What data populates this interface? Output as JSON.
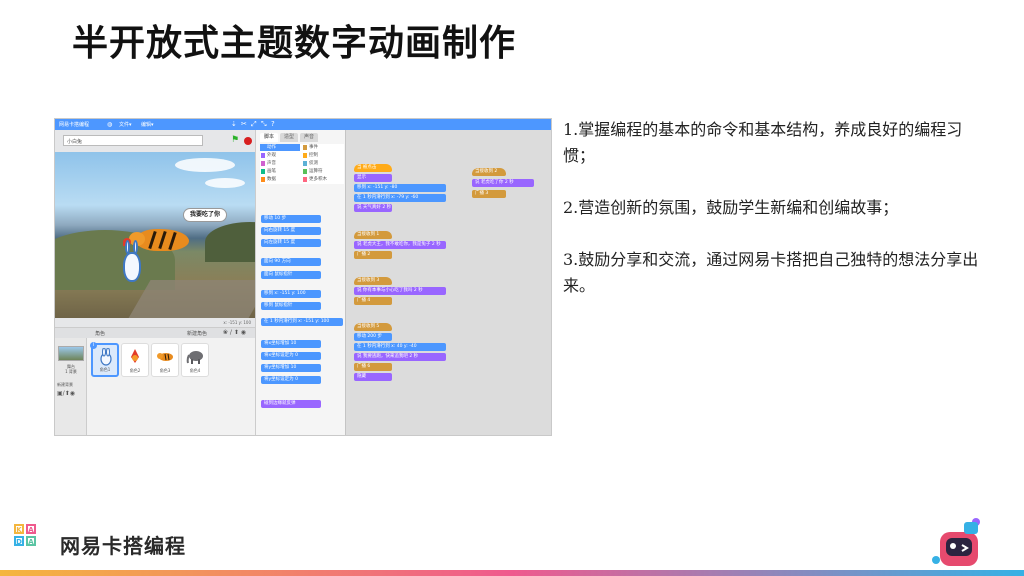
{
  "slide": {
    "title": "半开放式主题数字动画制作",
    "bullets": [
      "1.掌握编程的基本的命令和基本结构，养成良好的编程习惯；",
      "2.营造创新的氛围，鼓励学生新编和创编故事；",
      "3.鼓励分享和交流，通过网易卡搭把自己独特的想法分享出来。"
    ]
  },
  "brand": {
    "name": "网易卡搭编程",
    "logo_letters": [
      "K",
      "A",
      "D",
      "A"
    ],
    "colors": [
      "#f4b63e",
      "#ef5a8e",
      "#36b1e5",
      "#5bc4a3"
    ]
  },
  "editor": {
    "menubar": {
      "app_title": "网易卡搭编程",
      "menus": [
        "文件▾",
        "编辑▾"
      ]
    },
    "stage": {
      "project_name": "小白兔",
      "speech_text": "我要吃了你",
      "coords": "x: -151  y: 100"
    },
    "sprite_pane": {
      "label": "角色",
      "new_sprite": "新建角色",
      "backdrop_label": "舞台",
      "backdrop_count": "1 背景",
      "new_backdrop": "新建背景",
      "sprites": [
        "角色1",
        "角色2",
        "角色3",
        "角色4"
      ],
      "selected_index": 1
    },
    "palette": {
      "tabs": [
        "脚本",
        "造型",
        "声音"
      ],
      "categories": [
        {
          "label": "动作",
          "color": "#4c97ff"
        },
        {
          "label": "外观",
          "color": "#9966ff"
        },
        {
          "label": "声音",
          "color": "#cf63cf"
        },
        {
          "label": "画笔",
          "color": "#0fbd8c"
        },
        {
          "label": "数据",
          "color": "#ff8c1a"
        },
        {
          "label": "事件",
          "color": "#d39a3d"
        },
        {
          "label": "控制",
          "color": "#ffab19"
        },
        {
          "label": "侦测",
          "color": "#5cb1d6"
        },
        {
          "label": "运算符",
          "color": "#59c059"
        },
        {
          "label": "更多积木",
          "color": "#ff6680"
        }
      ],
      "blocks": [
        "移动 10 步",
        "向右旋转 15 度",
        "向左旋转 15 度",
        "面向 90 方向",
        "面向 鼠标指针",
        "移到 x: -151 y: 100",
        "移到 鼠标指针",
        "在 1 秒内滑行到 x: -151 y: 100",
        "将x坐标增加 10",
        "将x坐标设定为 0",
        "将y坐标增加 10",
        "将y坐标设定为 0",
        "碰到边缘就反弹"
      ]
    },
    "scripts": {
      "col1": [
        "当 被点击",
        "显示",
        "移到 x: -151 y: -80",
        "在 1 秒内滑行到 x: -79 y: -60",
        "说 天气真好 2 秒",
        "当接收到 1",
        "说 老虎大王，我不敢吃你，我是兔子 2 秒",
        "广播 2",
        "当接收到 3",
        "说 你有本事与小心吃了我吗 2 秒",
        "广播 4",
        "当接收到 5",
        "移动 200 步",
        "在 1 秒内滑行到 x: 40 y: -40",
        "说 我要逃跑，快来追我吧 2 秒",
        "广播 6",
        "隐藏"
      ],
      "col2": [
        "当接收到 2",
        "说 老虎吃了你 2 秒",
        "广播 3"
      ]
    }
  }
}
